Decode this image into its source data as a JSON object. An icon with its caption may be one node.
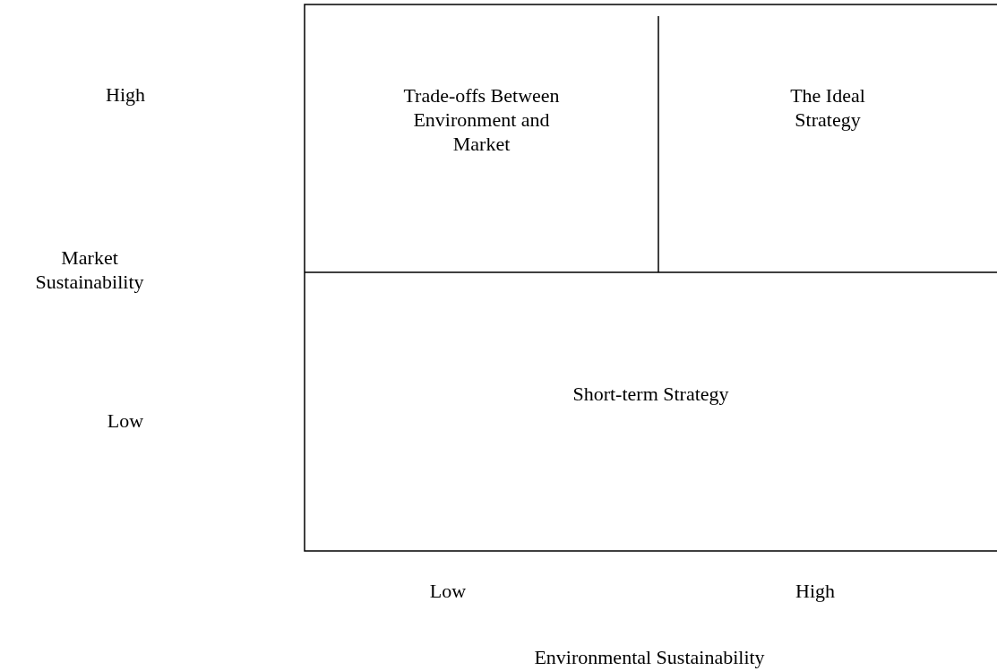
{
  "diagram": {
    "nodes": [
      {
        "text": [
          "Trade-offs Between Environment and Market"
        ]
      },
      {
        "text": [
          "The Ideal Strategy"
        ]
      },
      {
        "text": [
          "Short-term Strategy"
        ]
      }
    ],
    "edges": [],
    "labels": [
      "High",
      "Market Sustainability",
      "Low",
      "Low",
      "High",
      "Environmental Sustainability"
    ]
  }
}
